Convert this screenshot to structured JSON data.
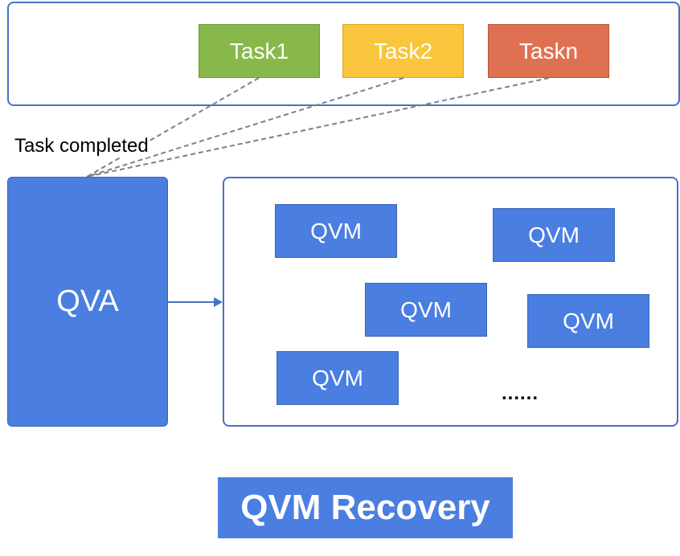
{
  "tasks": [
    {
      "label": "Task1",
      "color": "#88b84a",
      "border": "#6a9a35"
    },
    {
      "label": "Task2",
      "color": "#f8c53c",
      "border": "#d9a520"
    },
    {
      "label": "Taskn",
      "color": "#df7152",
      "border": "#b8553a"
    }
  ],
  "annotation": "Task completed",
  "qva_label": "QVA",
  "qvms": [
    "QVM",
    "QVM",
    "QVM",
    "QVM",
    "QVM"
  ],
  "ellipsis": "......",
  "caption": "QVM Recovery",
  "colors": {
    "accent": "#4a7ee0",
    "panel_border": "#4472c4",
    "connector": "#808080"
  }
}
